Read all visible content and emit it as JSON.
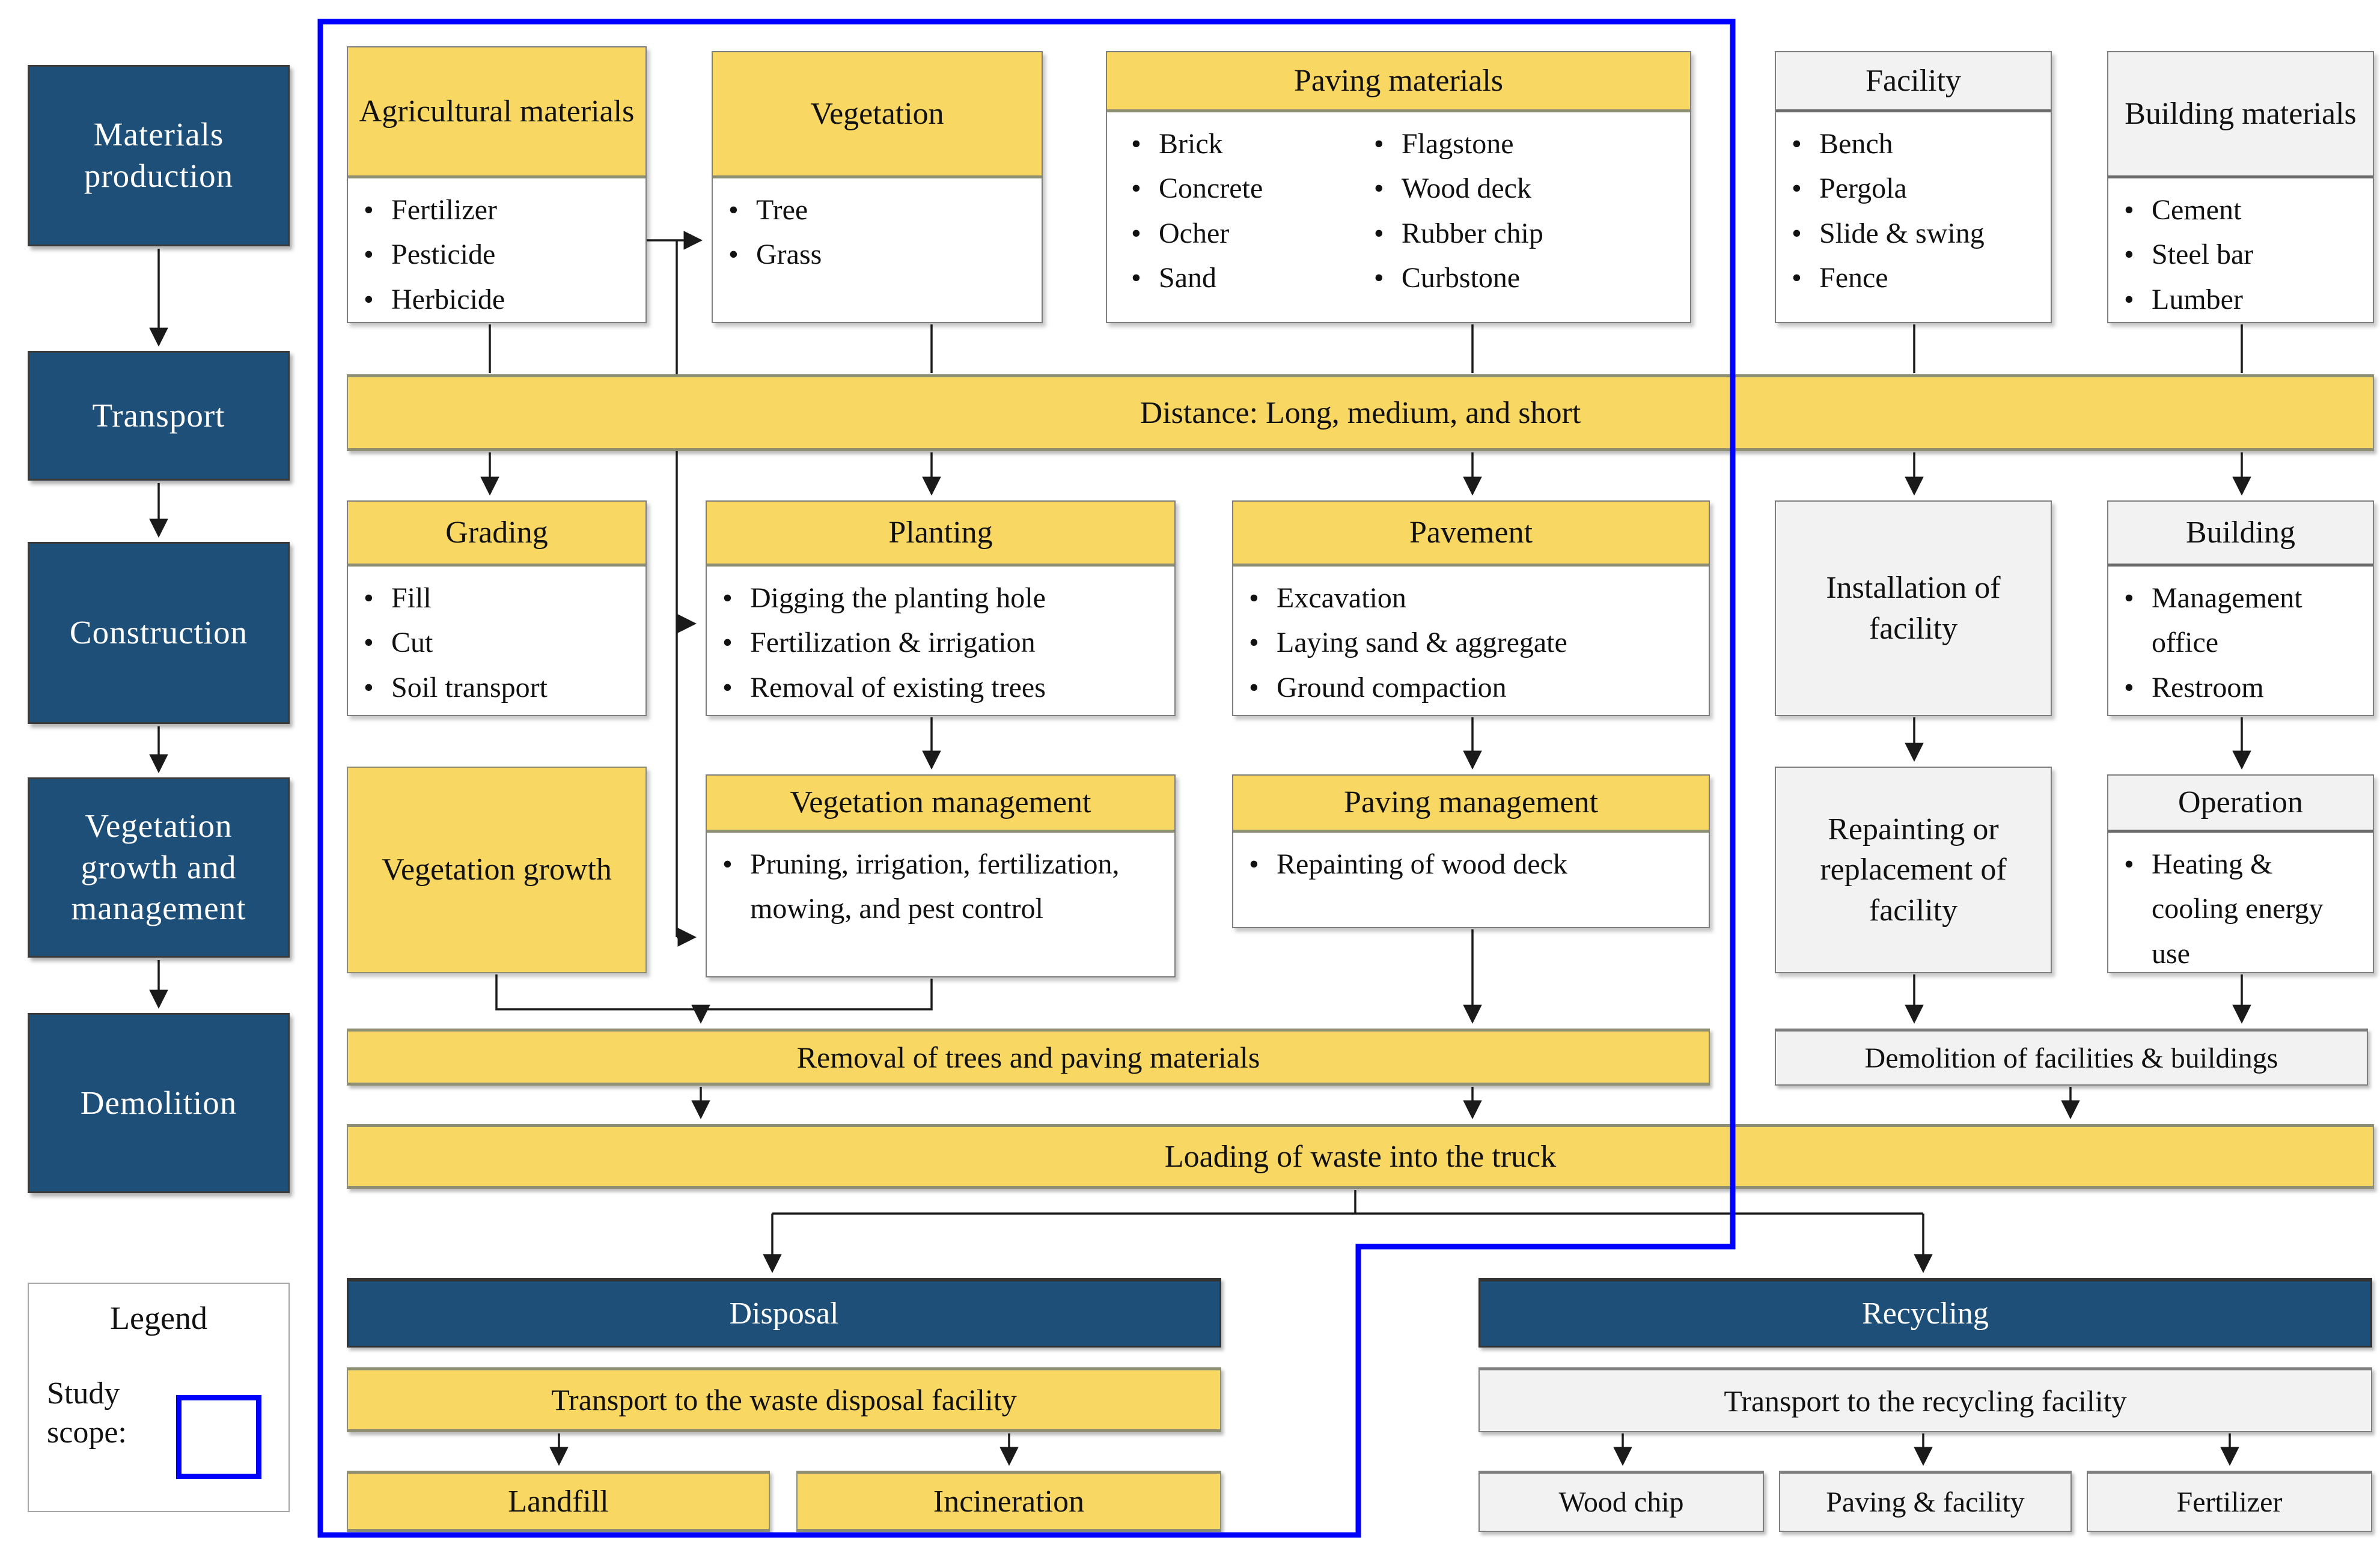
{
  "colors": {
    "accent_yellow": "#F9D763",
    "accent_dark_blue": "#1E4F78",
    "header_gray": "#F2F2F2",
    "study_scope_blue": "#0000FF"
  },
  "lifecycle": {
    "stages": [
      "Materials production",
      "Transport",
      "Construction",
      "Vegetation growth and management",
      "Demolition"
    ]
  },
  "legend": {
    "title": "Legend",
    "study_scope_label": "Study scope:"
  },
  "top_row": {
    "agricultural": {
      "title": "Agricultural materials",
      "items": [
        "Fertilizer",
        "Pesticide",
        "Herbicide"
      ]
    },
    "vegetation": {
      "title": "Vegetation",
      "items": [
        "Tree",
        "Grass"
      ]
    },
    "paving": {
      "title": "Paving materials",
      "col1": [
        "Brick",
        "Concrete",
        "Ocher",
        "Sand"
      ],
      "col2": [
        "Flagstone",
        "Wood deck",
        "Rubber chip",
        "Curbstone"
      ]
    },
    "facility": {
      "title": "Facility",
      "items": [
        "Bench",
        "Pergola",
        "Slide & swing",
        "Fence"
      ]
    },
    "building_materials": {
      "title": "Building materials",
      "items": [
        "Cement",
        "Steel bar",
        "Lumber"
      ]
    }
  },
  "distance_bar": {
    "label": "Distance: Long, medium, and short"
  },
  "construction_row": {
    "grading": {
      "title": "Grading",
      "items": [
        "Fill",
        "Cut",
        "Soil transport"
      ]
    },
    "planting": {
      "title": "Planting",
      "items": [
        "Digging the planting hole",
        "Fertilization & irrigation",
        "Removal of existing trees"
      ]
    },
    "pavement": {
      "title": "Pavement",
      "items": [
        "Excavation",
        "Laying sand & aggregate",
        "Ground compaction"
      ]
    },
    "installation": {
      "label": "Installation of facility"
    },
    "building": {
      "title": "Building",
      "items": [
        "Management office",
        "Restroom"
      ]
    }
  },
  "management_row": {
    "vegetation_growth": {
      "label": "Vegetation growth"
    },
    "vegetation_management": {
      "title": "Vegetation management",
      "items": [
        "Pruning, irrigation, fertilization, mowing, and pest control"
      ]
    },
    "paving_management": {
      "title": "Paving management",
      "items": [
        "Repainting of wood deck"
      ]
    },
    "repainting": {
      "label": "Repainting or replacement of facility"
    },
    "operation": {
      "title": "Operation",
      "items": [
        "Heating & cooling energy use"
      ]
    }
  },
  "demolition_row": {
    "removal_bar": "Removal of trees and paving materials",
    "facilities_bar": "Demolition of facilities & buildings",
    "loading_bar": "Loading of waste into the truck"
  },
  "end_of_life": {
    "disposal": {
      "title": "Disposal",
      "transport": "Transport to the waste disposal facility",
      "outcomes": [
        "Landfill",
        "Incineration"
      ]
    },
    "recycling": {
      "title": "Recycling",
      "transport": "Transport to the recycling facility",
      "outcomes": [
        "Wood chip",
        "Paving & facility",
        "Fertilizer"
      ]
    }
  }
}
